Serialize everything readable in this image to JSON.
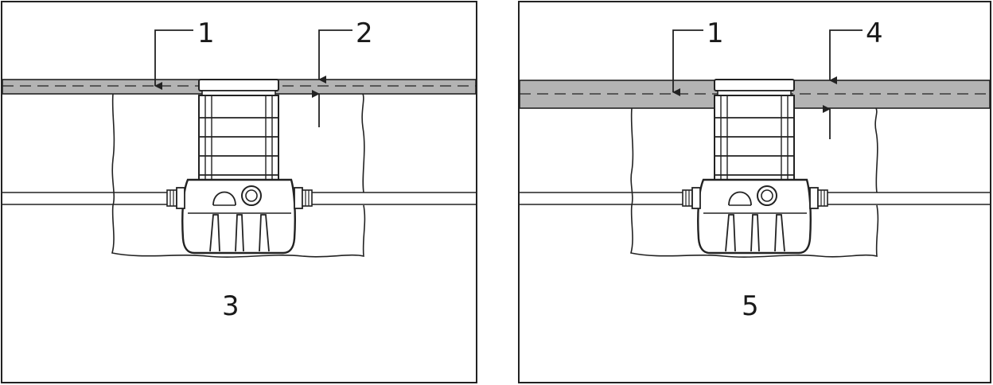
{
  "figure": {
    "left_panel": {
      "callouts": {
        "a": "1",
        "b": "2"
      },
      "caption": "3"
    },
    "right_panel": {
      "callouts": {
        "a": "1",
        "b": "4"
      },
      "caption": "5"
    }
  },
  "colors": {
    "slab": "#b3b3b3",
    "outline": "#222222",
    "background": "#ffffff"
  }
}
